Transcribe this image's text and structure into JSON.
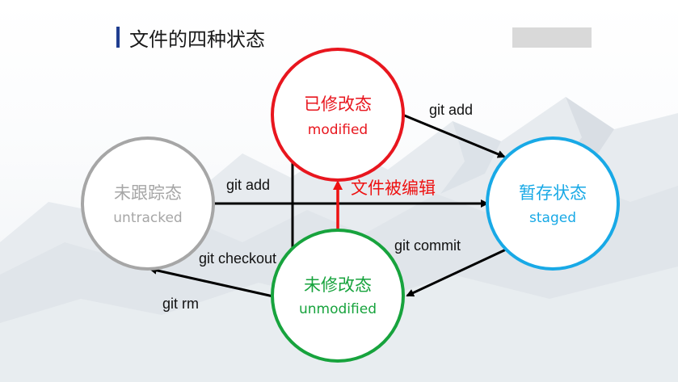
{
  "slide": {
    "title": "文件的四种状态"
  },
  "nodes": {
    "modified": {
      "cn": "已修改态",
      "en": "modified",
      "color": "#e8161e"
    },
    "untracked": {
      "cn": "未跟踪态",
      "en": "untracked",
      "color": "#a6a6a6"
    },
    "staged": {
      "cn": "暂存状态",
      "en": "staged",
      "color": "#18a9e6"
    },
    "unmodified": {
      "cn": "未修改态",
      "en": "unmodified",
      "color": "#17a33d"
    }
  },
  "edges": {
    "modified_to_staged": "git add",
    "untracked_to_staged": "git add",
    "unmodified_to_modified": "文件被编辑",
    "staged_to_unmodified": "git commit",
    "modified_to_unmodified": "git checkout",
    "unmodified_to_untracked": "git rm"
  }
}
